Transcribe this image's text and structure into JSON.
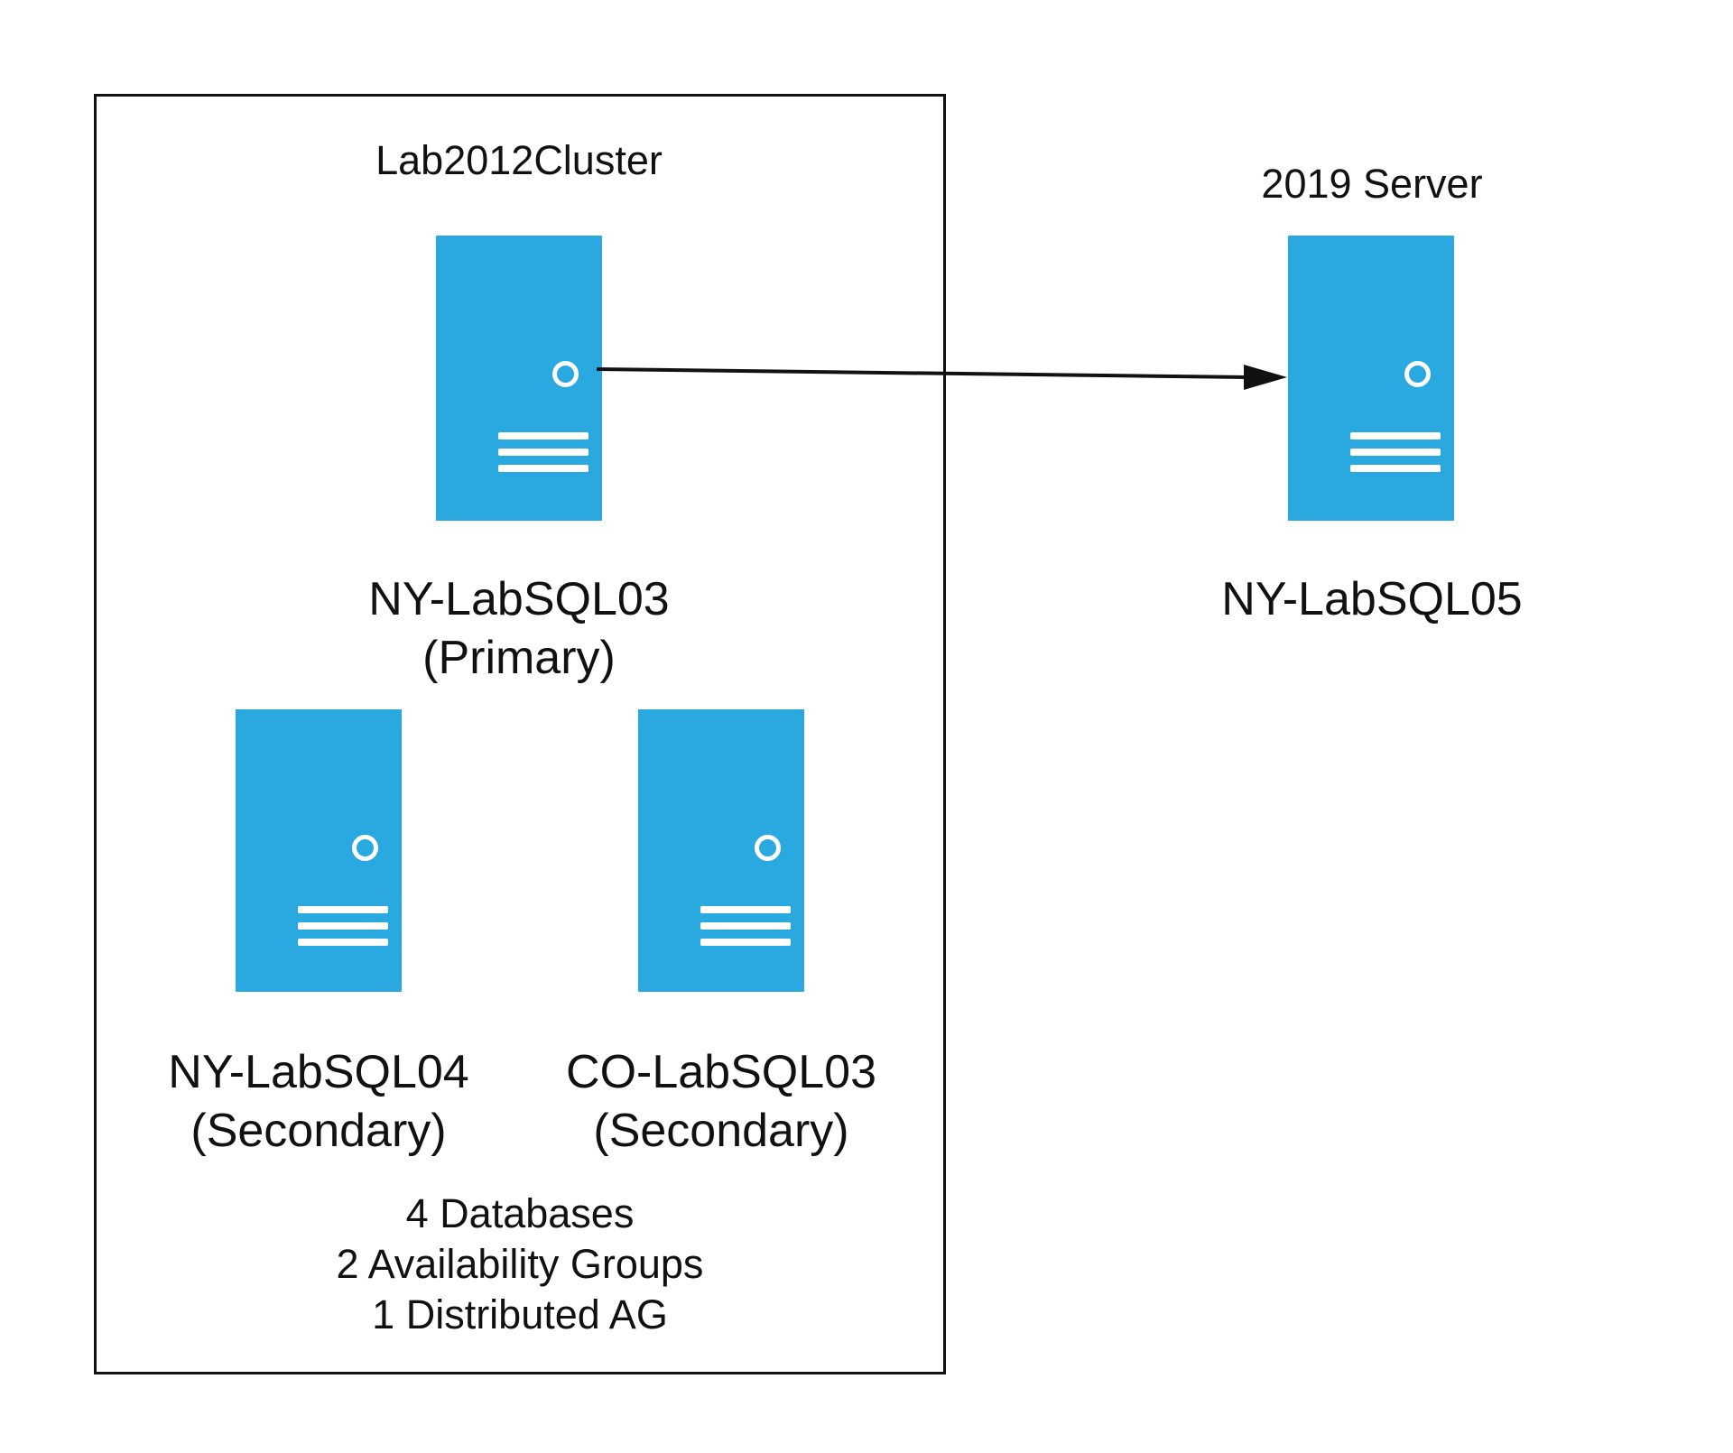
{
  "cluster": {
    "title": "Lab2012Cluster",
    "summary": [
      "4 Databases",
      "2 Availability Groups",
      "1 Distributed AG"
    ]
  },
  "target": {
    "title": "2019 Server"
  },
  "servers": {
    "primary": {
      "name": "NY-LabSQL03",
      "role": "(Primary)"
    },
    "secondary_ny": {
      "name": "NY-LabSQL04",
      "role": "(Secondary)"
    },
    "secondary_co": {
      "name": "CO-LabSQL03",
      "role": "(Secondary)"
    },
    "target": {
      "name": "NY-LabSQL05"
    }
  },
  "colors": {
    "server_fill": "#29a9df",
    "server_detail": "#ffffff",
    "line": "#111111"
  },
  "icons": {
    "server": "server-tower-icon",
    "arrow": "arrow-right-icon"
  }
}
